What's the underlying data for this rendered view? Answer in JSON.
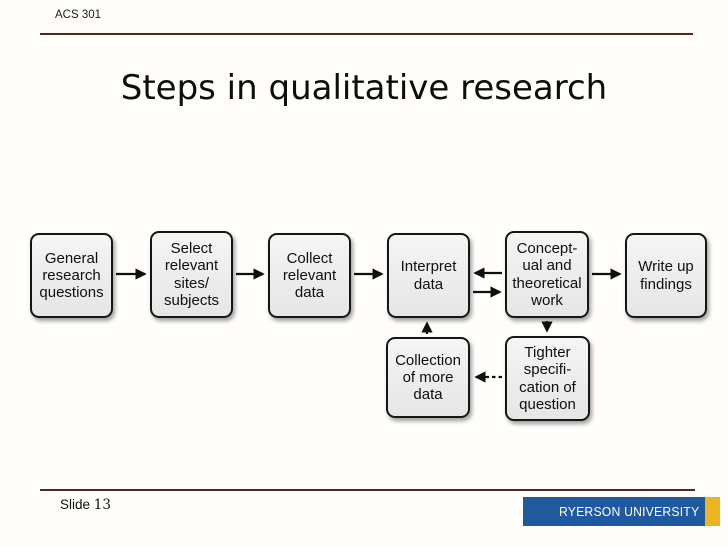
{
  "header": {
    "course_code": "ACS 301"
  },
  "title": "Steps in qualitative research",
  "flowchart": {
    "boxes": [
      {
        "id": "general-research-questions",
        "label": "General\nresearch\nquestions"
      },
      {
        "id": "select-relevant-sites",
        "label": "Select\nrelevant\nsites/\nsubjects"
      },
      {
        "id": "collect-relevant-data",
        "label": "Collect\nrelevant\ndata"
      },
      {
        "id": "interpret-data",
        "label": "Interpret\ndata"
      },
      {
        "id": "conceptual-theoretical-work",
        "label": "Concept-\nual and\ntheoretical\nwork"
      },
      {
        "id": "write-up-findings",
        "label": "Write up\nfindings"
      },
      {
        "id": "collection-of-more-data",
        "label": "Collection\nof more\ndata"
      },
      {
        "id": "tighter-specification",
        "label": "Tighter\nspecifi-\ncation of\nquestion"
      }
    ],
    "arrows": [
      "general-to-select",
      "select-to-collect",
      "collect-to-interpret",
      "conceptual-to-interpret",
      "interpret-to-conceptual",
      "conceptual-to-writeup",
      "collection-up-to-interpret",
      "conceptual-down-to-tighter",
      "tighter-to-collection"
    ]
  },
  "footer": {
    "slide_label": "Slide",
    "slide_number": "13",
    "logo_text": "RYERSON UNIVERSITY"
  },
  "colors": {
    "rule_maroon": "#5a2123",
    "box_fill": "#efefef",
    "box_border": "#161616",
    "logo_blue": "#1f5a9e",
    "logo_gold": "#edb422"
  }
}
